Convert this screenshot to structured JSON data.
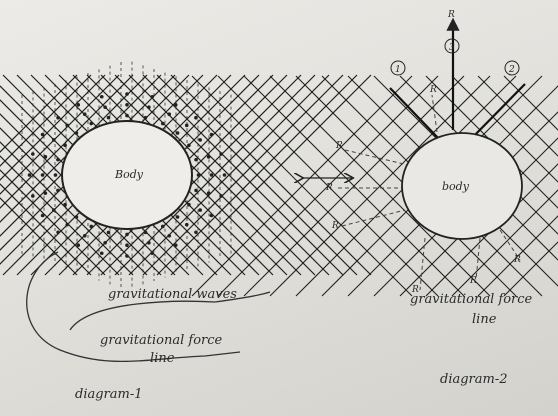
{
  "diagram1": {
    "body_label": "Body",
    "annotation_waves": "gravitational waves",
    "annotation_force_line_1": "gravitational force",
    "annotation_force_line_2": "line",
    "caption": "diagram-1"
  },
  "diagram2": {
    "body_label": "body",
    "annotation_1": "gravitational force",
    "annotation_2": "line",
    "caption": "diagram-2",
    "circled_labels": [
      "1",
      "3",
      "2"
    ],
    "r_label": "R"
  },
  "arrow": "double-headed-arrow"
}
